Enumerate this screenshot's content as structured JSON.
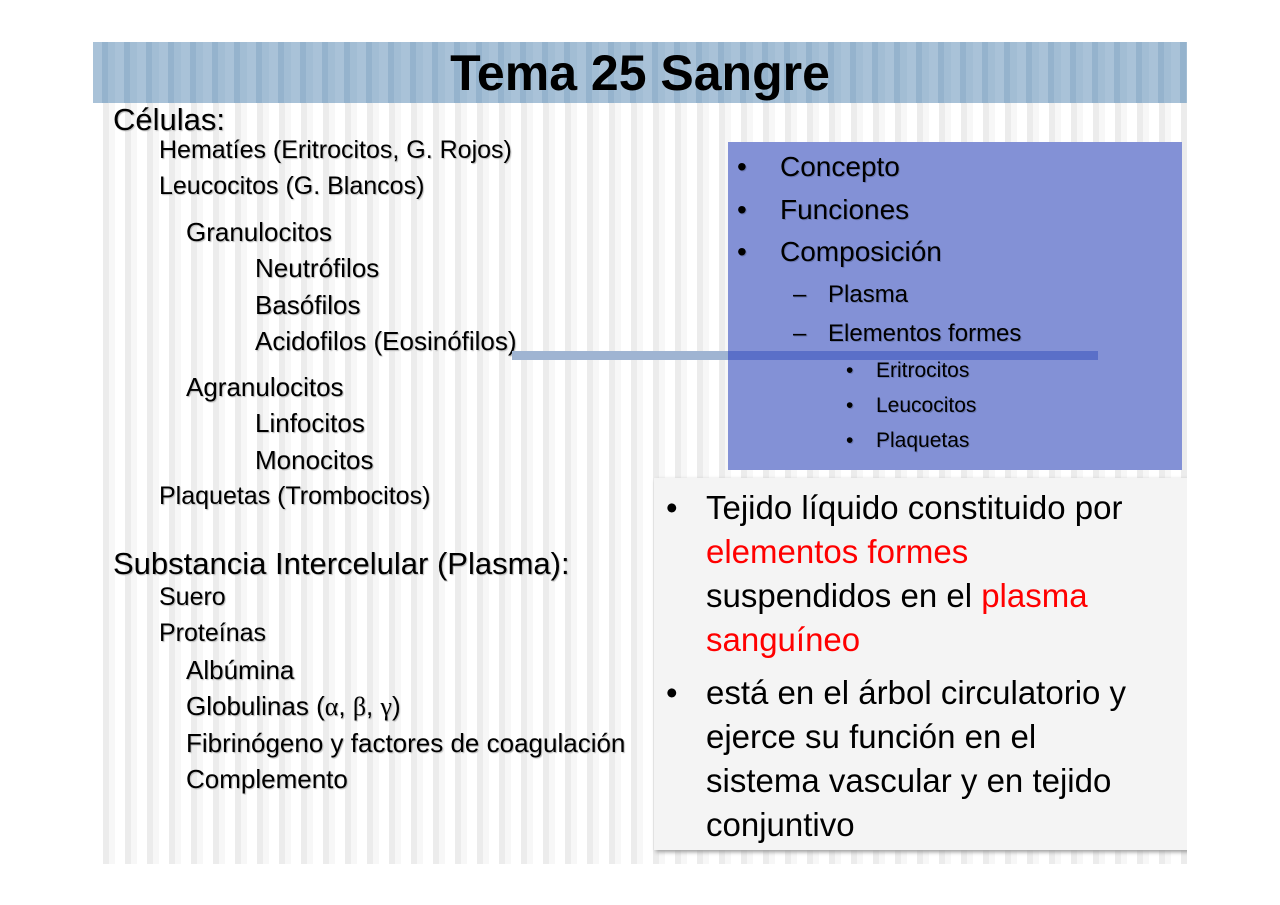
{
  "slide": {
    "title": "Tema 25 Sangre",
    "celulas": {
      "heading": "Células:",
      "items": [
        "Hematíes (Eritrocitos, G. Rojos)",
        "Leucocitos (G. Blancos)",
        "Granulocitos",
        "Neutrófilos",
        "Basófilos",
        "Acidofilos (Eosinófilos)",
        "Agranulocitos",
        "Linfocitos",
        "Monocitos",
        "Plaquetas (Trombocitos)"
      ]
    },
    "plasma": {
      "heading": "Substancia Intercelular (Plasma):",
      "items": [
        "Suero",
        "Proteínas",
        "Albúmina",
        "Globulinas (",
        "α",
        ", ",
        "β",
        ", ",
        "γ",
        ")",
        "Fibrinógeno y factores de coagulación",
        "Complemento"
      ]
    },
    "outline_box": {
      "bullet": "•",
      "dash": "–",
      "items": [
        "Concepto",
        "Funciones",
        "Composición"
      ],
      "sub_items": [
        "Plasma",
        "Elementos formes"
      ],
      "sub_sub_items": [
        "Eritrocitos",
        "Leucocitos",
        "Plaquetas"
      ],
      "color": "#8391d6"
    },
    "definition_box": {
      "bullet": "•",
      "p1_a": "Tejido líquido constituido por",
      "p1_b": "elementos formes",
      "p1_c": "suspendidos en el ",
      "p1_d": "plasma",
      "p1_e": "sanguíneo",
      "p2_a": "está en el árbol circulatorio y",
      "p2_b": "ejerce su función en el",
      "p2_c": "sistema vascular y en tejido",
      "p2_d": "conjuntivo",
      "highlight_color": "#ff0000"
    }
  }
}
